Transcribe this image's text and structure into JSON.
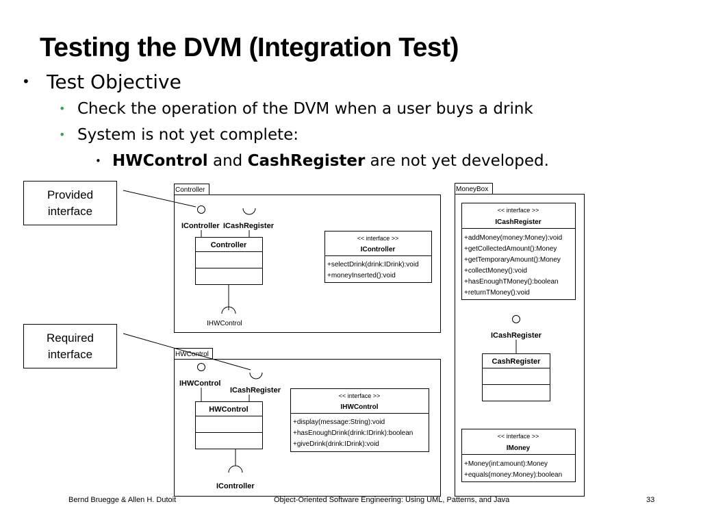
{
  "slide": {
    "title": "Testing the DVM (Integration Test)",
    "bullet1": "Test Objective",
    "bullet2": "Check the operation of the DVM when a user buys a drink",
    "bullet3": "System is not yet complete:",
    "bullet4_part1": "HWControl",
    "bullet4_part2": " and ",
    "bullet4_part3": "CashRegister",
    "bullet4_part4": " are not yet developed."
  },
  "callouts": {
    "provided": "Provided interface",
    "required": "Required interface"
  },
  "diagram": {
    "controller_pkg": {
      "tab": "Controller",
      "provided_labels": [
        "IController",
        "ICashRegister"
      ],
      "class_name": "Controller",
      "required_label": "IHWControl",
      "interface_stereotype": "<< interface >>",
      "interface_name": "IController",
      "interface_ops": [
        "+selectDrink(drink:IDrink):void",
        "+moneyInserted():void"
      ]
    },
    "hwcontrol_pkg": {
      "tab": "HWControl",
      "provided_label": "IHWControl",
      "required_label_top": "ICashRegister",
      "class_name": "HWControl",
      "required_label_bottom": "IController",
      "interface_stereotype": "<< interface >>",
      "interface_name": "IHWControl",
      "interface_ops": [
        "+display(message:String):void",
        "+hasEnoughDrink(drink:IDrink):boolean",
        "+giveDrink(drink:IDrink):void"
      ]
    },
    "moneybox_pkg": {
      "tab": "MoneyBox",
      "interface1_stereotype": "<< interface >>",
      "interface1_name": "ICashRegister",
      "interface1_ops": [
        "+addMoney(money:Money):void",
        "+getCollectedAmount():Money",
        "+getTemporaryAmount():Money",
        "+collectMoney():void",
        "+hasEnoughTMoney():boolean",
        "+returnTMoney():void"
      ],
      "provided_label": "ICashRegister",
      "class_name": "CashRegister",
      "interface2_stereotype": "<< interface >>",
      "interface2_name": "IMoney",
      "interface2_ops": [
        "+Money(int:amount):Money",
        "+equals(money:Money):boolean"
      ]
    }
  },
  "footer": {
    "authors": "Bernd Bruegge & Allen H. Dutoit",
    "book": "Object-Oriented Software Engineering: Using UML, Patterns, and Java",
    "page": "33"
  }
}
